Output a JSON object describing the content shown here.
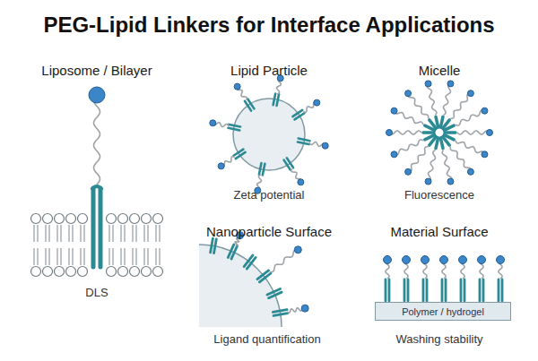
{
  "diagram": {
    "title": "PEG-Lipid Linkers for Interface Applications",
    "nodes": [
      {
        "text": [
          "Polymer / hydrogel"
        ]
      }
    ],
    "labels": [
      "Liposome / Bilayer",
      "DLS",
      "Lipid Particle",
      "Zeta potential",
      "Micelle",
      "Fluorescence",
      "Nanoparticle Surface",
      "Ligand quantification",
      "Material Surface",
      "Washing stability"
    ]
  }
}
